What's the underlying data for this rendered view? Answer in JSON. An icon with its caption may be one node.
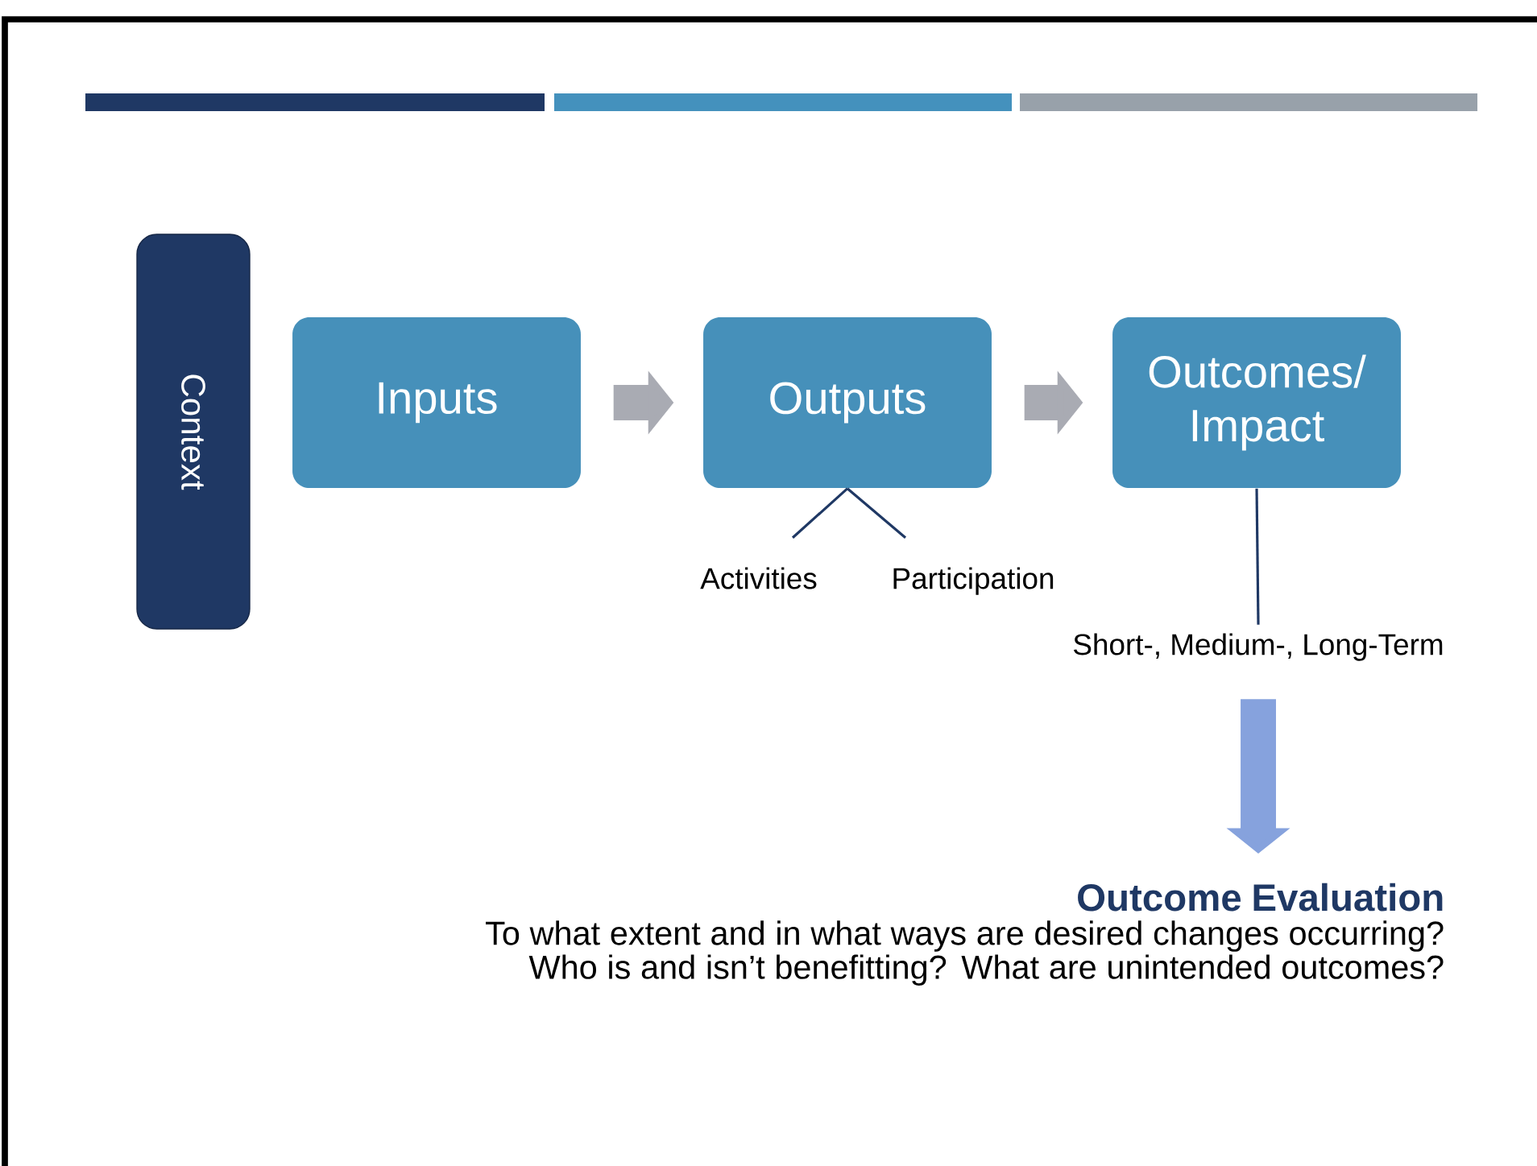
{
  "diagram": {
    "nodes": [
      {
        "text": [
          "Context"
        ]
      },
      {
        "text": [
          "Inputs"
        ]
      },
      {
        "text": [
          "Outputs"
        ]
      },
      {
        "text": [
          "Outcomes/ Impact"
        ]
      },
      {
        "text": [
          "Activities"
        ]
      },
      {
        "text": [
          "Participation"
        ]
      },
      {
        "text": [
          "Short-, Medium-, Long-Term"
        ]
      },
      {
        "text": [
          "Outcome Evaluation",
          "To what extent and in what ways are desired changes occurring? Who is and isn’t benefitting? What are unintended outcomes?"
        ]
      }
    ],
    "edges": [
      {
        "from": 1,
        "to": 2,
        "arrow": "to",
        "style": "thick",
        "color": "#a9abb3"
      },
      {
        "from": 2,
        "to": 3,
        "arrow": "to",
        "style": "thick",
        "color": "#a9abb3"
      },
      {
        "from": 2,
        "to": 4,
        "arrow": "none"
      },
      {
        "from": 2,
        "to": 5,
        "arrow": "none"
      },
      {
        "from": 3,
        "to": 6,
        "arrow": "none"
      },
      {
        "from": 6,
        "to": 7,
        "arrow": "to",
        "style": "thick",
        "color": "#86a2dd"
      }
    ]
  }
}
